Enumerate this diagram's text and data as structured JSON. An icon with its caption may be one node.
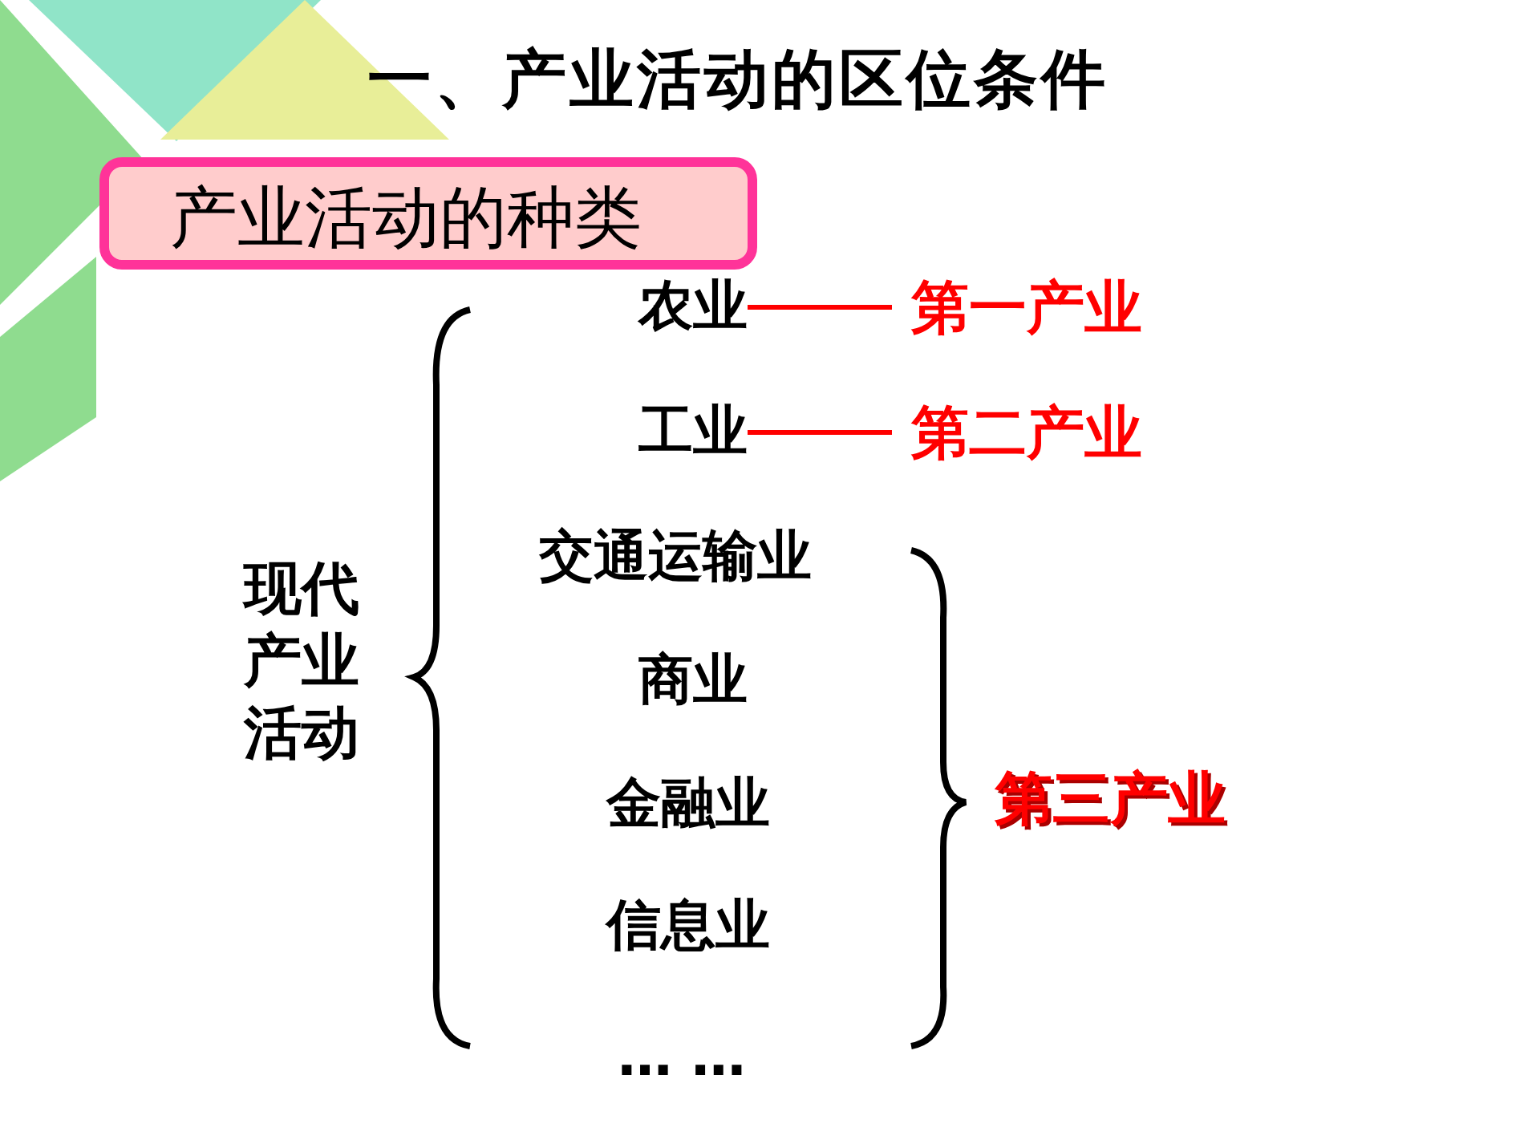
{
  "diagram": {
    "title": "一、产业活动的区位条件",
    "nodes": [
      {
        "text": [
          "产业活动的种类"
        ]
      },
      {
        "text": [
          "现代产业活动"
        ]
      },
      {
        "text": [
          "农业"
        ]
      },
      {
        "text": [
          "第一产业"
        ]
      },
      {
        "text": [
          "工业"
        ]
      },
      {
        "text": [
          "第二产业"
        ]
      },
      {
        "text": [
          "交通运输业"
        ]
      },
      {
        "text": [
          "商业"
        ]
      },
      {
        "text": [
          "金融业"
        ]
      },
      {
        "text": [
          "信息业"
        ]
      },
      {
        "text": [
          "… …"
        ]
      },
      {
        "text": [
          "第三产业"
        ]
      }
    ],
    "edges": [
      {
        "from": 2,
        "to": 3,
        "arrow": "none",
        "color": "#ff0000"
      },
      {
        "from": 4,
        "to": 5,
        "arrow": "none",
        "color": "#ff0000"
      }
    ]
  }
}
